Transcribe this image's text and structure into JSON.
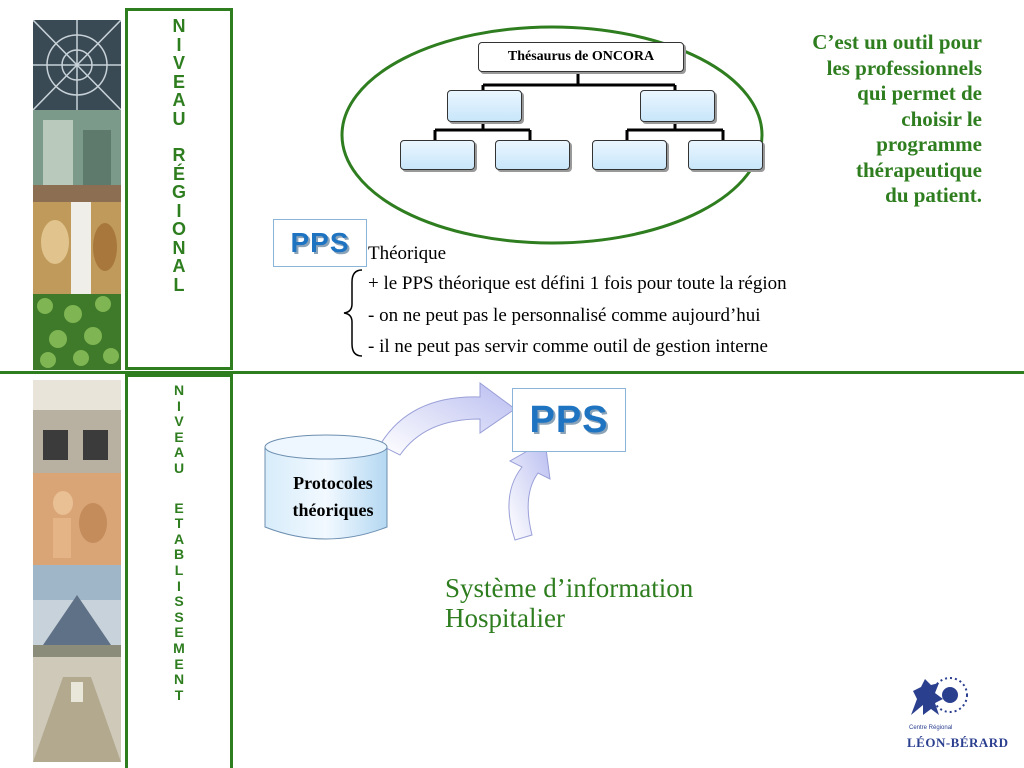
{
  "levels": {
    "regional": [
      "N",
      "I",
      "V",
      "E",
      "A",
      "U",
      "",
      "R",
      "É",
      "G",
      "I",
      "O",
      "N",
      "A",
      "L"
    ],
    "etablissement": [
      "N",
      "I",
      "V",
      "E",
      "A",
      "U",
      "",
      "E",
      "T",
      "A",
      "B",
      "L",
      "I",
      "S",
      "S",
      "E",
      "M",
      "E",
      "N",
      "T"
    ]
  },
  "thesaurus": {
    "root_label": "Thésaurus de ONCORA"
  },
  "description": {
    "lines": [
      "C’est un outil pour",
      "les professionnels",
      "qui permet de",
      "choisir le",
      "programme",
      "thérapeutique",
      "du patient."
    ]
  },
  "pps_regional": {
    "badge": "PPS",
    "heading": "Théorique",
    "points": [
      "+ le PPS théorique est défini 1 fois pour toute la région",
      "- on ne peut pas le personnalisé comme aujourd’hui",
      "-  il ne peut pas servir comme outil de gestion interne"
    ]
  },
  "etablissement_flow": {
    "cylinder_lines": [
      "Protocoles",
      "théoriques"
    ],
    "pps_badge": "PPS",
    "sih_lines": [
      "Système  d’information",
      "Hospitalier"
    ]
  },
  "logo": {
    "line1": "Centre Régional",
    "line2": "LÉON-BÉRARD"
  },
  "colors": {
    "green": "#2e7d1f",
    "pps_blue": "#1f74c2"
  }
}
